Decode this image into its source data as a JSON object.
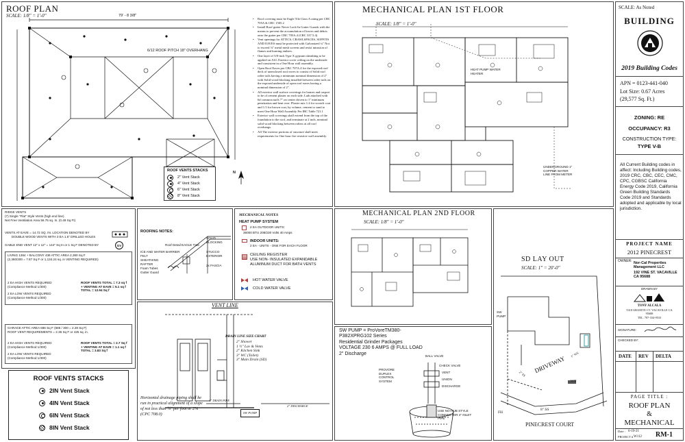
{
  "roof_plan": {
    "title": "ROOF PLAN",
    "scale": "SCALE: 1/8\" = 1'-0\"",
    "dimension": "79' - 8 3/8\"",
    "pitch_label": "6/12 ROOF PITCH 18\" OVERHANG",
    "legend_title": "ROOF VENTS STACKS",
    "legend": [
      "2\" Vent Stack",
      "4\" Vent Stack",
      "6\" Vent Stack",
      "8\" Vent Stack"
    ],
    "north": "N"
  },
  "roof_notes": [
    "Roof covering must be  Eagle Tile Class A rating per CBC 705A & CRC 1505.2",
    "Install Roof gutter Never Lock-In Gutter Guards with the means to prevent the accumulation of leaves and debris onto the gutter per CBC 705A.4 (CRC 337.5.4)",
    "Vent openings for ATTICS, CRAWLSPACES, SOFFITS AND EAVES must be protected with Galvanized ¼\" Not to exceed ⅛\" metal mesh screens and resist intrusion of flames and burning embers.",
    "One layer of 5/8-inch Type X gypsum sheathing to be applied on ALL Exterior cover ceiling on the underside and consistent in a One Hour wall assembly.",
    "Open Roof Eaves per CBC 707A.4 for the exposed roof deck of unenclosed roof eaves to consist of Solid roof rafter tails having a minimum nominal dimension of 2\" with Solid wood blocking installed between rafter tails on the exposed underside of open roof eaves having a nominal dimension of 2\".",
    "All exterior wall surface coverings for homes and carport to be of cement plaster on each side. Lath attached with 6d common nails 7\" on center driven to 1\" minimum penetration and bent over. Plaster mix 1:4 for scratch coat and 1:5 for brown coat, by volume, cement to sand to meet One Hour Wall Assembly Per IBC Table 721.1",
    "Exterior wall coverings shall extend from the top of the foundation to the roof, and terminate at 2 inch, nominal solid wood blocking between rafters at all roof overhangs.",
    "All The exterior portions of structure shall meet requirements for One hour fire resistive wall assembly."
  ],
  "mech1": {
    "title": "MECHANICAL PLAN 1ST FLOOR",
    "scale": "SCALE: 1/8\" = 1'-0\"",
    "heat_pump_label": "HEAT PUMP WATER HEATER",
    "underground_label": "UNDERGROUND 1\" COPPER WATER LINE FROM METER"
  },
  "title_block": {
    "scale": "SCALE: As Noted",
    "firm": "BUILDING",
    "codes": "2019 Building Codes",
    "apn": "APN = 0123-441-040",
    "lot_size": "Lot Size: 0.67 Acres",
    "lot_sqft": "(29,577 Sq. Ft.)",
    "zoning": "ZONING:   RE",
    "occupancy": "OCCUPANCY: R3",
    "construction_type": "CONSTRUCTION TYPE:",
    "construction_value": "TYPE V-B",
    "codes_paragraph": "All Current Building codes in affect: Including Building codes, 2019 CRC, CBC, CEC, CMC, CPC, CGBSC California Energy Code 2019, California Green Building Standards Code 2019 and Standards adopted and applicable by local jurisdiction.",
    "project_name_label": "PROJECT NAME",
    "project_name": "2012 PINECREST",
    "owner_label": "OWNER:",
    "owner": "Nor-Cal Properties Management LLC",
    "address": "192 VINE ST. VACAVILLE CA 95688",
    "drawn_by": "DRAWN BY",
    "designer": "TONY ALCALA",
    "designer_address": "5318 GRANITE CT. VACAVILLE CA 95688",
    "designer_tel": "TEL. 707-334-9533",
    "signature_label": "SIGNATURE:",
    "checked_by": "CHECKED BY:",
    "rev_headers": [
      "DATE",
      "REV",
      "DELTA"
    ],
    "page_title_label": "PAGE TITLE :",
    "page_title_1": "ROOF PLAN",
    "page_title_amp": "&",
    "page_title_2": "MECHANICAL",
    "date_label": "Date :",
    "date_value": "6-19-21",
    "project_no_label": "PROJECT #",
    "project_no": "W112",
    "sheet": "RM-1"
  },
  "vent_calc": {
    "ridge_vents": "RIDGE VENTS",
    "ridge_detail": "(7) Single \"Flat\" Style  Vents (high end line)\nNet Free Ventilation Area 56.75 sq. In.  (0.48 Sq Ft)",
    "eave_line": "VENTS AT EAVE = 14.72 SQ. IN. LOCATION DENOTED BY",
    "eave_detail": "DOUBLE WOOD VENTS WITH 3 EA 1.5\" DRILLED HOLES",
    "gable_line": "GABLE END VENT 12\" x 12\" = 144\" Sq In or 1 Sq F DENOTED BY",
    "gable_badge": "GV",
    "living_block": "LIVING 1364 + BALCONY 436  ATTIC AREA 2,360 Sq F\n(2,360/300 = 7.87 Sq F or 1,134.24 sq. in VENTING REQUIRED)",
    "high_vents": "2 EA HIGH VENTS REQUIRED  (Compliance Method 1/300)",
    "low_vents": "2 EA LOW VENTS REQUIRED  (Compliance Method 1/300)",
    "roof_total": "ROOF VENTS TOTAL = 7.3 sq f\n+ VENTING AT EAVE = 5.1 sq f\nTOTAL = 12.94 Sq f",
    "garage_block": "GARAGE ATTIC AREA 686 Sq F (686 / 300 = 2.28 Sq F)\nROOF VENT  REQUIREMENTS = 2.36 Sq F or 425 sq. in.",
    "garage_total": "ROOF VENTS TOTAL = 2.7 Sq f\n+ VENTING AT EAVE = 1.1 sq f\nTOTAL = 3.83 Sq f"
  },
  "big_legend": {
    "title": "ROOF VENTS STACKS",
    "items": [
      "2IN Vent Stack",
      "4IN Vent Stack",
      "6IN Vent Stack",
      "8IN Vent Stack"
    ]
  },
  "roofing_notes": {
    "title": "ROOFING NOTES:",
    "labels": [
      "Roof Detail EAGLE TILE",
      "ICE AND WATER BARRIER",
      "FELT",
      "SHEATHING",
      "RAFTER",
      "Foam Tubes",
      "Gutter Guard",
      "SOLID BLOCKING",
      "STUCCO EXTERIOR",
      "2x FASCIA"
    ]
  },
  "mech_notes": {
    "title": "MECHANICAL NOTES",
    "heat_pump_title": "HEAT PUMP SYSTEM",
    "heat_pump_lines": [
      "2 EA OUTDOOR UNITS:",
      "36000 BTU 208/230 Volts 40 Amps"
    ],
    "indoor_title": "INDOOR UNITS:",
    "indoor_line": "2 EA - UNITS - ONE FOR EACH FLOOR",
    "ceiling_title": "CEILING REGISTER",
    "ceiling_line": "USE NON- INSULATED EXPANDABLE ALUMINUM DUCT  FOR BATH VENTS",
    "hot": "HOT WATER VALVE",
    "cold": "COLD WATER VALVE"
  },
  "vent_line": {
    "title": "VENT LINE",
    "chart_title": "DRAIN LINE SIZE CHART",
    "chart": [
      "2\" Shower",
      "1 ½\" Lav & Vents",
      "2\" Kitchen Sink",
      "3\" WC (Toilet)",
      "3\" Main Drain (SD)"
    ],
    "note": "Horizontal drainage piping shall be run in practical alignment of a slope of not less than ¼\" per foot or 2%  (CPC 708.0)",
    "drain_pipe": "4\" DRAIN PIPE",
    "discharge": "2\" DISCHARGE",
    "sw_pump": "SW PUMP"
  },
  "mech2": {
    "title": "MECHANICAL PLAN 2ND FLOOR",
    "scale": "SCALE: 1/8\" = 1'-0\""
  },
  "grinder": {
    "lines": [
      "SW PUMP = ProVoreTM380-",
      "P382XPRG102  Series",
      "Residential Grinder Packages",
      "VOLTAGE 230 6 AMPS @ FULL LOAD",
      "2\" Discharge"
    ],
    "labels": [
      "BALL VALVE",
      "CHECK VALVE",
      "VENT",
      "UNION",
      "DISCHARGE",
      "PROVORE DUPLEX CONTROL SYSTEM",
      "USE NO-HUB STYLE CONNECTOR 4\" INLET PIPE"
    ]
  },
  "sd_layout": {
    "title": "SD LAY OUT",
    "scale": "SCALE: 1\" = 20'-0\"",
    "sw_pump": "SW PUMP",
    "driveway": "DRIVEWAY",
    "ss1": "2\" SS",
    "ss2": "1\" WS",
    "ss3": "8\" SS",
    "wm": "WM",
    "fh": "FH",
    "street": "PINECREST COURT"
  }
}
